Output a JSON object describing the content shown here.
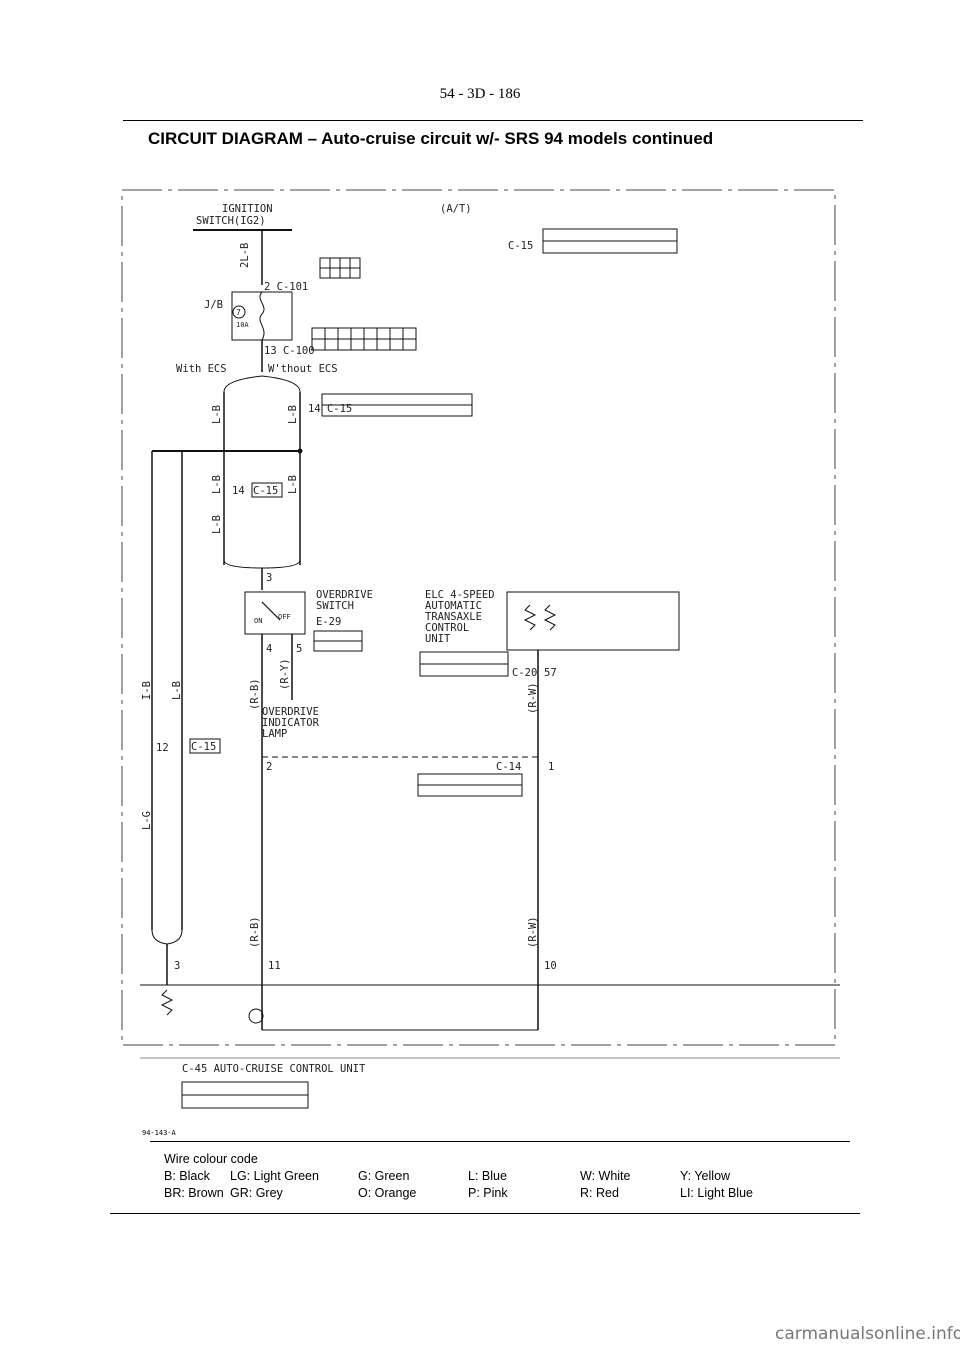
{
  "header": {
    "page_number": "54 - 3D - 186",
    "title": "CIRCUIT DIAGRAM – Auto-cruise circuit w/- SRS 94 models continued"
  },
  "diagram": {
    "ignition_label_1": "IGNITION",
    "ignition_label_2": "SWITCH(IG2)",
    "at_label": "(A/T)",
    "wire_2lb": "2L-B",
    "connector_c101": "2  C-101",
    "jb_label": "J/B",
    "fuse_number": "7",
    "fuse_rating": "10A",
    "connector_c100": "13  C-100",
    "with_ecs": "With ECS",
    "without_ecs": "W'thout ECS",
    "wire_lb": "L-B",
    "wire_lb2": "L-B",
    "wire_lb3": "L-B",
    "wire_lb4": "L-B",
    "wire_lb5": "L-B",
    "connector_c15_14": "14  C-15",
    "pin_14": "14",
    "c15": "C-15",
    "c15b": "C-15",
    "c15c": "C-15",
    "pin_3": "3",
    "overdrive_switch_1": "OVERDRIVE",
    "overdrive_switch_2": "SWITCH",
    "overdrive_switch_id": "E-29",
    "switch_on": "ON",
    "switch_off": "OFF",
    "pin_4": "4",
    "pin_5": "5",
    "wire_ry": "(R-Y)",
    "wire_rb": "(R-B)",
    "wire_rb2": "(R-B)",
    "wire_rw": "(R-W)",
    "wire_rw2": "(R-W)",
    "ecu_1": "ELC 4-SPEED",
    "ecu_2": "AUTOMATIC",
    "ecu_3": "TRANSAXLE",
    "ecu_4": "CONTROL",
    "ecu_5": "UNIT",
    "c20": "C-20",
    "pin_57": "57",
    "indicator_1": "OVERDRIVE",
    "indicator_2": "INDICATOR",
    "indicator_3": "LAMP",
    "wire_ib": "I-B",
    "wire_lb6": "L-B",
    "wire_lg": "L-G",
    "pin_12": "12",
    "pin_2": "2",
    "c14": "C-14",
    "pin_1": "1",
    "pin_3b": "3",
    "pin_11": "11",
    "pin_10": "10",
    "c45_label": "C-45  AUTO-CRUISE  CONTROL  UNIT",
    "fig_code": "94-143-A"
  },
  "legend": {
    "title": "Wire colour code",
    "rows": [
      [
        "B: Black",
        "LG: Light Green",
        "G: Green",
        "L: Blue",
        "W: White",
        "Y: Yellow"
      ],
      [
        "BR: Brown",
        "GR: Grey",
        "O: Orange",
        "P: Pink",
        "R: Red",
        "LI: Light Blue"
      ]
    ]
  },
  "footer": {
    "watermark": "carmanualsonline.info"
  }
}
